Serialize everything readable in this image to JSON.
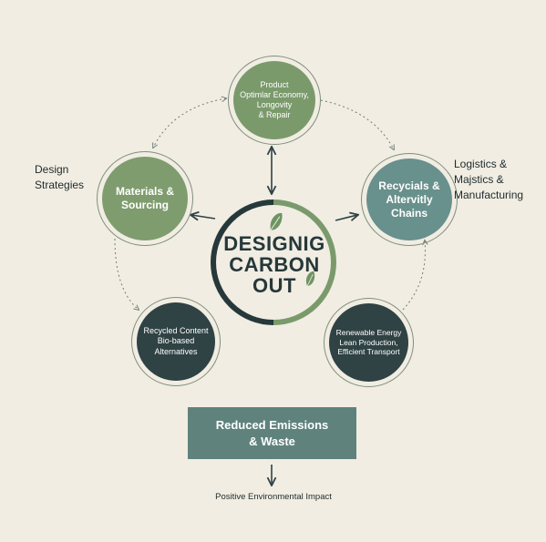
{
  "colors": {
    "background": "#f1ede3",
    "sage_green": "#7a9a6b",
    "teal": "#68908c",
    "dark_slate": "#2f4244",
    "result_box": "#5f827c",
    "text_dark": "#1e2a2b"
  },
  "center": {
    "title": "DESIGNIG\nCARBON\nOUT",
    "icon": "leaf-icon"
  },
  "nodes": {
    "top": "Product\nOptimlar Economy,\nLongovity\n& Repair",
    "left": "Materials &\nSourcing",
    "right": "Recycials &\nAltervitly\nChains",
    "bottom_left": "Recycled Content\nBio-based\nAlternatives",
    "bottom_right": "Renewable Energy\nLean Production,\nEfficient Transport"
  },
  "labels": {
    "left": "Design\nStrategies",
    "right": "Logistics &\nMajstics &\nManufacturing"
  },
  "result": "Reduced Emissions\n& Waste",
  "footer": "Positive Environmental Impact"
}
